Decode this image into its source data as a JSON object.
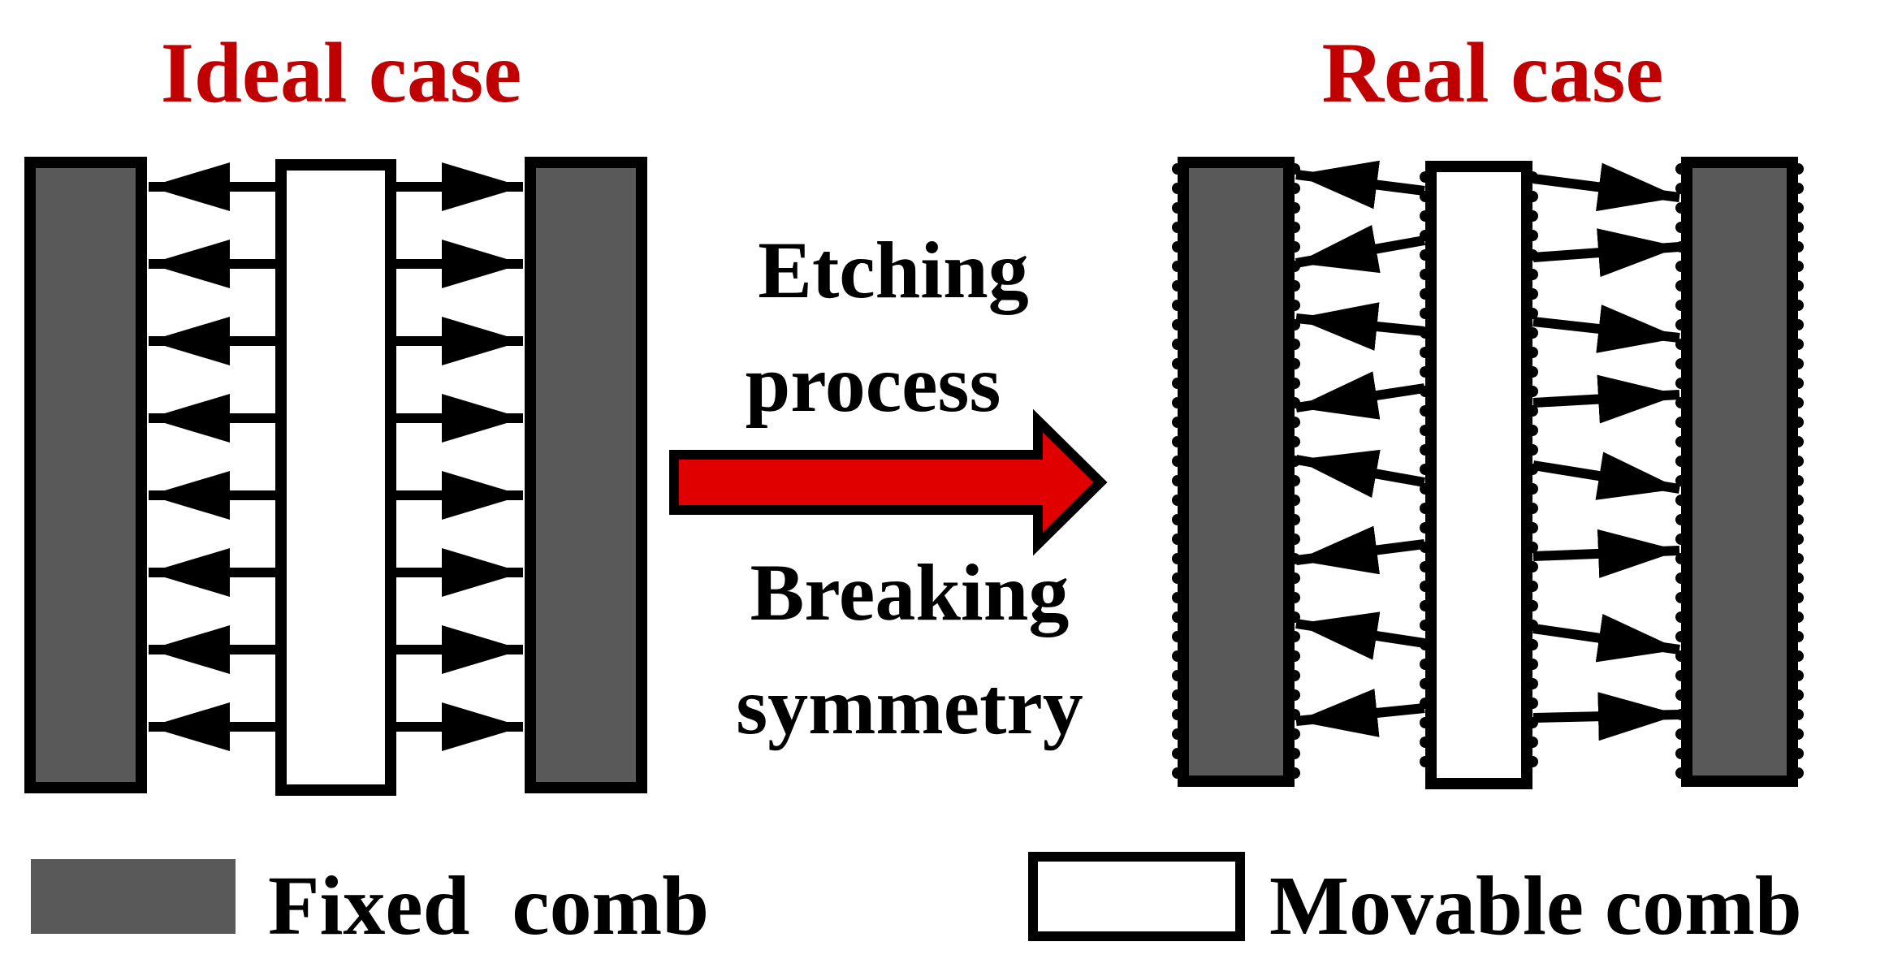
{
  "titles": {
    "ideal": "Ideal case",
    "real": "Real case"
  },
  "process": {
    "line1": "Etching",
    "line2": "process",
    "line3": "Breaking",
    "line4": "symmetry"
  },
  "legend": {
    "fixed": "Fixed  comb",
    "movable": "Movable comb"
  },
  "colors": {
    "title": "#c00000",
    "fixed_comb": "#595959",
    "movable_comb": "#ffffff",
    "process_arrow": "#e00000",
    "outline": "#000000"
  },
  "icons": {
    "process_arrow": "right-arrow",
    "force_arrows": "double-headed-arrow"
  }
}
